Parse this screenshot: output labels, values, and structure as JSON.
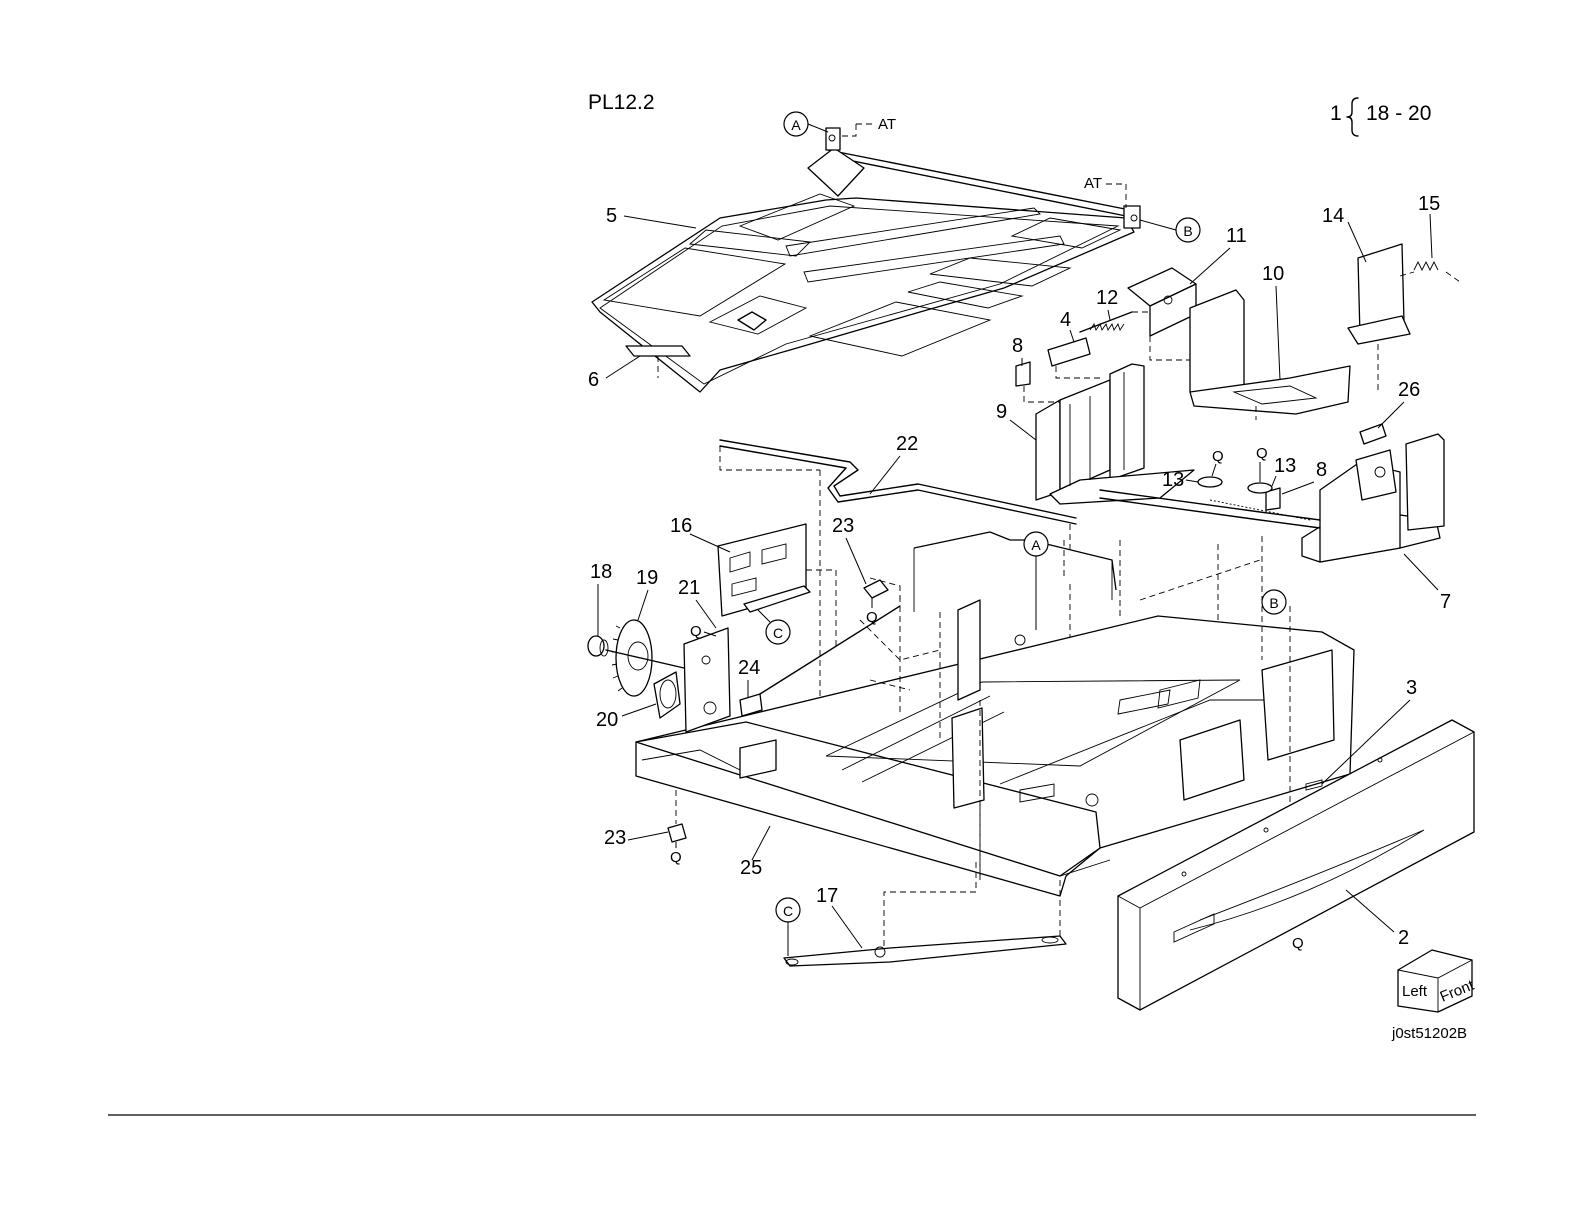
{
  "header": {
    "plate_id": "PL12.2",
    "note_qty": "1",
    "note_range": "18 - 20"
  },
  "figure_code": "j0st51202B",
  "orientation_cube": {
    "left": "Left",
    "front": "Front"
  },
  "callouts": [
    {
      "id": "c1",
      "text": "2"
    },
    {
      "id": "c2",
      "text": "3"
    },
    {
      "id": "c3",
      "text": "4"
    },
    {
      "id": "c4",
      "text": "5"
    },
    {
      "id": "c5",
      "text": "6"
    },
    {
      "id": "c6",
      "text": "7"
    },
    {
      "id": "c7",
      "text": "8"
    },
    {
      "id": "c8",
      "text": "8"
    },
    {
      "id": "c9",
      "text": "9"
    },
    {
      "id": "c10",
      "text": "10"
    },
    {
      "id": "c11",
      "text": "11"
    },
    {
      "id": "c12",
      "text": "12"
    },
    {
      "id": "c13",
      "text": "13"
    },
    {
      "id": "c14",
      "text": "13"
    },
    {
      "id": "c15",
      "text": "14"
    },
    {
      "id": "c16",
      "text": "15"
    },
    {
      "id": "c17",
      "text": "16"
    },
    {
      "id": "c18",
      "text": "17"
    },
    {
      "id": "c19",
      "text": "18"
    },
    {
      "id": "c20",
      "text": "19"
    },
    {
      "id": "c21",
      "text": "20"
    },
    {
      "id": "c22",
      "text": "21"
    },
    {
      "id": "c23",
      "text": "22"
    },
    {
      "id": "c24",
      "text": "23"
    },
    {
      "id": "c25",
      "text": "23"
    },
    {
      "id": "c26",
      "text": "24"
    },
    {
      "id": "c27",
      "text": "25"
    },
    {
      "id": "c28",
      "text": "26"
    }
  ],
  "markers": [
    {
      "id": "m1",
      "text": "AT"
    },
    {
      "id": "m2",
      "text": "AT"
    },
    {
      "id": "m3",
      "text": "Q"
    },
    {
      "id": "m4",
      "text": "Q"
    },
    {
      "id": "m5",
      "text": "Q"
    },
    {
      "id": "m6",
      "text": "Q"
    },
    {
      "id": "m7",
      "text": "Q"
    },
    {
      "id": "m8",
      "text": "Q"
    }
  ],
  "ref_circles": [
    {
      "id": "r1",
      "text": "A"
    },
    {
      "id": "r2",
      "text": "B"
    },
    {
      "id": "r3",
      "text": "A"
    },
    {
      "id": "r4",
      "text": "B"
    },
    {
      "id": "r5",
      "text": "C"
    },
    {
      "id": "r6",
      "text": "C"
    }
  ]
}
